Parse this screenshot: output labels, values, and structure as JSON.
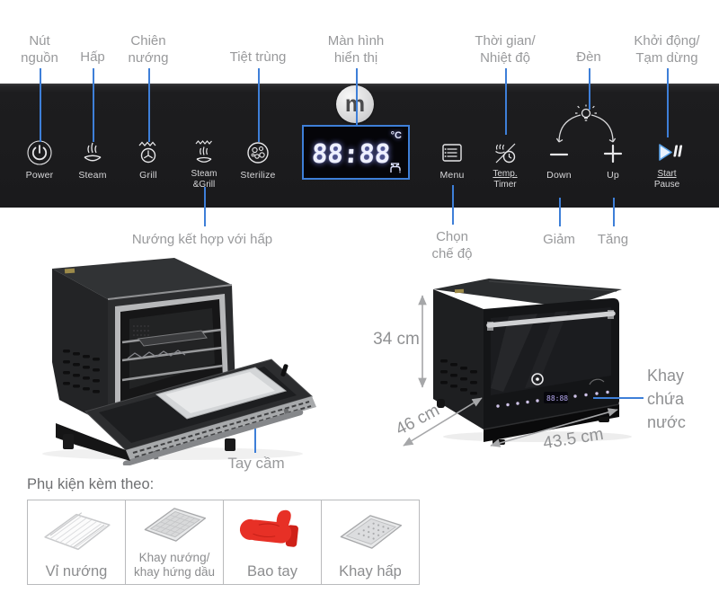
{
  "colors": {
    "accent_blue": "#3e7fd8",
    "label_gray": "#98999b",
    "panel_bg": "#1c1c1e",
    "glove_red": "#e73026",
    "display_glow": "#eef0ff"
  },
  "panel": {
    "logo_text": "m",
    "display": {
      "digits": "88:88",
      "unit": "°C",
      "icon": "faucet-icon"
    },
    "buttons": [
      {
        "icon": "power-icon",
        "label": "Power"
      },
      {
        "icon": "steam-icon",
        "label": "Steam"
      },
      {
        "icon": "grill-icon",
        "label": "Grill"
      },
      {
        "icon": "steam-grill-icon",
        "label": "Steam",
        "label2": "&Grill"
      },
      {
        "icon": "sterilize-icon",
        "label": "Sterilize"
      },
      {
        "icon": "menu-icon",
        "label": "Menu"
      },
      {
        "icon": "temp-timer-icon",
        "label": "Temp.",
        "label2": "Timer"
      },
      {
        "icon": "down-icon",
        "label": "Down"
      },
      {
        "icon": "up-icon",
        "label": "Up"
      },
      {
        "icon": "start-pause-icon",
        "label": "Start",
        "label2": "Pause"
      }
    ]
  },
  "callouts_top": {
    "power1": "Nút",
    "power2": "nguồn",
    "steam": "Hấp",
    "grill1": "Chiên",
    "grill2": "nướng",
    "sterilize": "Tiệt trùng",
    "display1": "Màn hình",
    "display2": "hiển thị",
    "temp1": "Thời gian/",
    "temp2": "Nhiệt độ",
    "light": "Đèn",
    "start1": "Khởi động/",
    "start2": "Tạm dừng"
  },
  "callouts_bottom": {
    "steam_grill": "Nướng kết hợp với hấp",
    "menu1": "Chọn",
    "menu2": "chế độ",
    "down": "Giảm",
    "up": "Tăng"
  },
  "product": {
    "handle_label": "Tay cầm",
    "height": "34 cm",
    "depth": "46 cm",
    "width": "43.5 cm",
    "water1": "Khay",
    "water2": "chứa",
    "water3": "nước",
    "mini_display": "88:88"
  },
  "accessories": {
    "heading": "Phụ kiện kèm theo:",
    "items": [
      {
        "icon": "grill-rack-icon",
        "label": "Vỉ nướng"
      },
      {
        "icon": "baking-tray-icon",
        "label": "Khay nướng/",
        "label2": "khay hứng dầu"
      },
      {
        "icon": "oven-mitt-icon",
        "label": "Bao tay"
      },
      {
        "icon": "steam-tray-icon",
        "label": "Khay hấp"
      }
    ]
  }
}
